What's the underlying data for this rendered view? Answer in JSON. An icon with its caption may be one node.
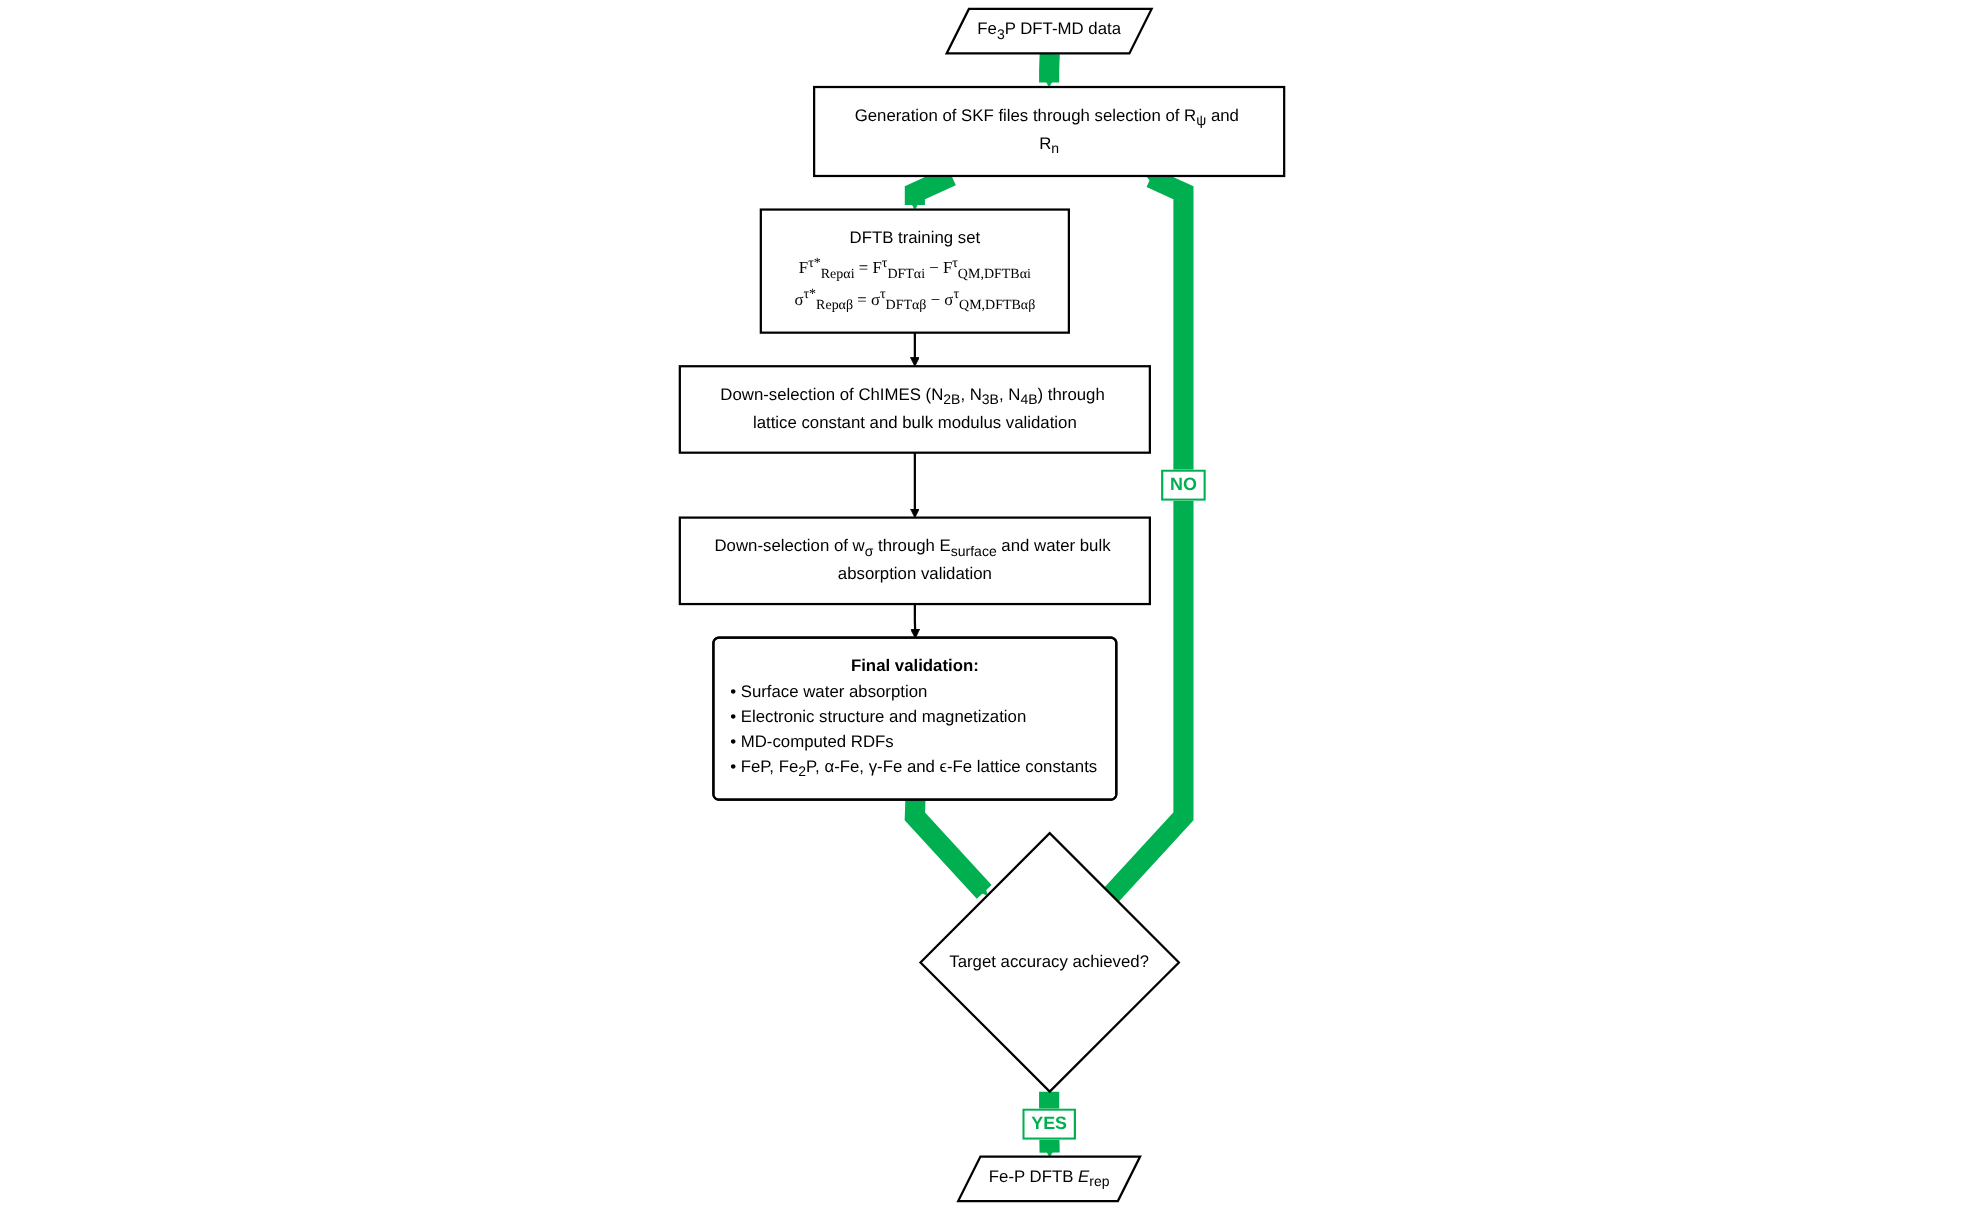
{
  "diagram": {
    "nodes": [
      {
        "text": [
          "Fe$_{3}$P DFT-MD data"
        ]
      },
      {
        "text": [
          "Generation of SKF files through selection of R$_{ψ}$ and R$_{n}$"
        ]
      },
      {
        "text": [
          "DFTB training set",
          "F$^{τ*}$$_{Repαi}$ = F$^{τ}$$_{DFTαi}$ − F$^{τ}$$_{QM,DFTBαi}$",
          "σ$^{τ*}$$_{Repαβ}$ = σ$^{τ}$$_{DFTαβ}$ − σ$^{τ}$$_{QM,DFTBαβ}$"
        ]
      },
      {
        "text": [
          "Down-selection of ChIMES (N$_{2B}$, N$_{3B}$, N$_{4B}$) through lattice constant and bulk modulus validation"
        ]
      },
      {
        "text": [
          "Down-selection of w$_{σ}$ through E$_{surface}$ and water bulk absorption validation"
        ]
      },
      {
        "text": [
          "Final validation:",
          "• Surface water absorption",
          "• Electronic structure and magnetization",
          "• MD-computed RDFs",
          "• FeP, Fe$_{2}$P, α-Fe, γ-Fe and ϵ-Fe lattice constants"
        ]
      },
      {
        "text": [
          "Target accuracy achieved?"
        ]
      },
      {
        "text": [
          "Fe-P DFTB *E*$_{rep}$"
        ]
      }
    ],
    "edges": [
      {
        "from": 0,
        "to": 1,
        "arrow": "to"
      },
      {
        "from": 1,
        "to": 2,
        "arrow": "to"
      },
      {
        "from": 2,
        "to": 3,
        "arrow": "to",
        "color": "#000000"
      },
      {
        "from": 3,
        "to": 4,
        "arrow": "to",
        "color": "#000000"
      },
      {
        "from": 4,
        "to": 5,
        "arrow": "to",
        "color": "#000000"
      },
      {
        "from": 5,
        "to": 6,
        "arrow": "to"
      },
      {
        "from": 6,
        "to": 1,
        "label": "NO",
        "arrow": "to"
      },
      {
        "from": 6,
        "to": 7,
        "label": "YES",
        "arrow": "to"
      }
    ]
  }
}
